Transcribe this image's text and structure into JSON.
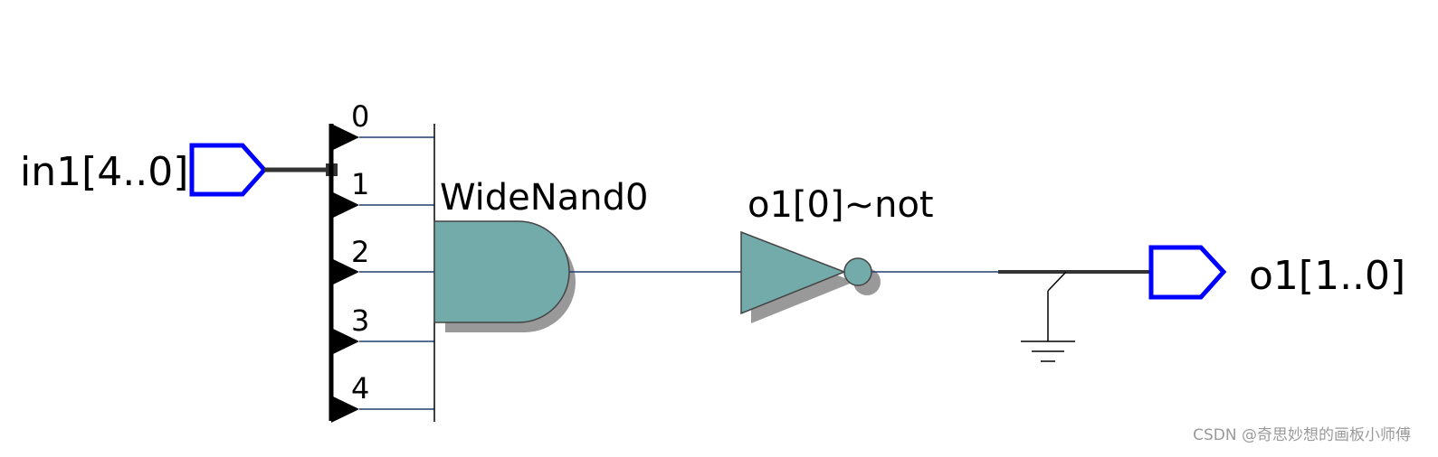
{
  "input_port": {
    "label": "in1[4..0]"
  },
  "bus_taps": [
    "0",
    "1",
    "2",
    "3",
    "4"
  ],
  "and_gate": {
    "label": "WideNand0"
  },
  "not_gate": {
    "label": "o1[0]~not"
  },
  "output_port": {
    "label": "o1[1..0]"
  },
  "watermark": "CSDN @奇思妙想的画板小师傅",
  "colors": {
    "port_stroke": "#0000ff",
    "gate_fill": "#73abab",
    "gate_shadow": "#999999",
    "signal_wire": "#1f3f6f",
    "wire": "#000000"
  }
}
